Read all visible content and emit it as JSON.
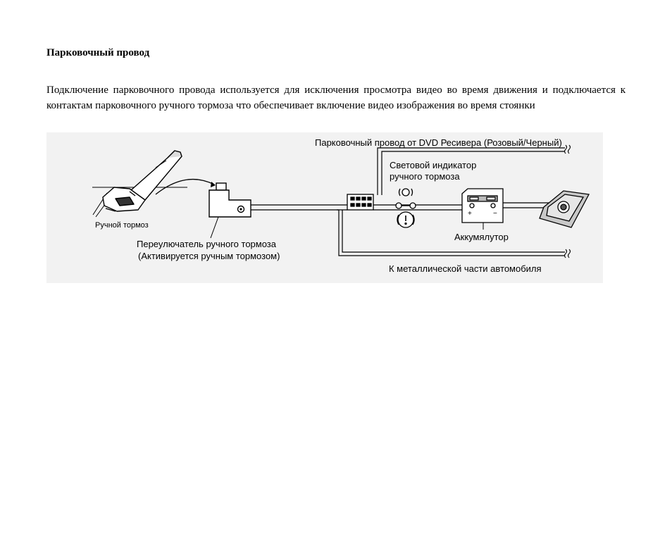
{
  "heading": "Парковочный провод",
  "paragraph": "Подключение парковочного провода используется для исключения просмотра видео во время движения и подключается к контактам парковочного ручного тормоза что обеспечивает включение видео изображения во время стоянки",
  "diagram": {
    "labels": {
      "receiver_wire": "Парковочный провод от DVD Ресивера (Розовый/Черный)",
      "indicator_line1": "Световой индикатор",
      "indicator_line2": "ручного тормоза",
      "hand_brake": "Ручной тормоз",
      "switch_line1": "Переулючатель ручного тормоза",
      "switch_line2": "(Активируется ручным тормозом)",
      "battery": "Аккумялутор",
      "ground": "К металлической части автомобиля"
    },
    "icons": {
      "hand_brake": "hand-brake-lever-icon",
      "switch": "brake-switch-icon",
      "connector": "wire-connector-icon",
      "indicator": "brake-warning-lamp-icon",
      "battery": "battery-icon",
      "ground": "chassis-ground-icon"
    }
  }
}
